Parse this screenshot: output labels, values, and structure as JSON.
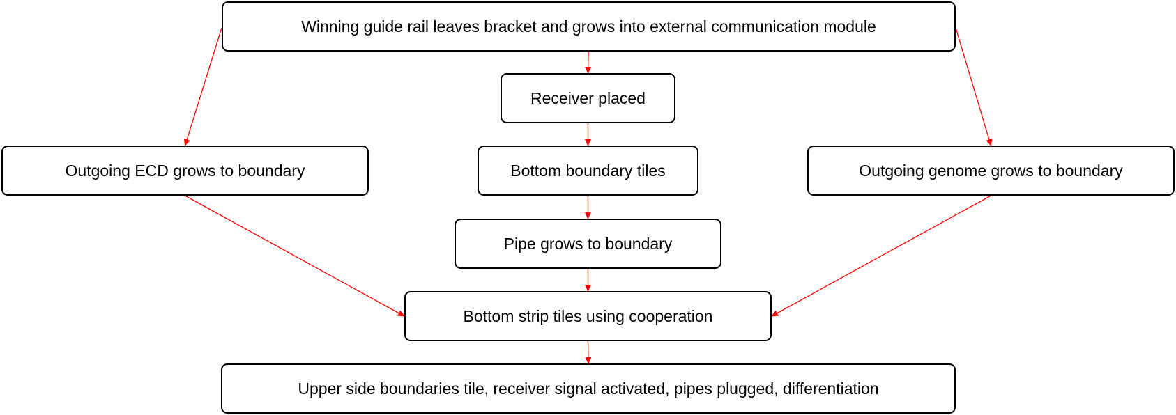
{
  "colors": {
    "edge": "#ff0000",
    "node_border": "#000000",
    "background": "#ffffff"
  },
  "nodes": {
    "winning_rail": "Winning guide rail leaves bracket and grows into external communication module",
    "receiver_placed": "Receiver placed",
    "outgoing_ecd": "Outgoing ECD grows to boundary",
    "bottom_boundary": "Bottom boundary tiles",
    "outgoing_genome": "Outgoing genome grows to boundary",
    "pipe_grows": "Pipe grows to boundary",
    "bottom_strip": "Bottom strip tiles using cooperation",
    "upper_side": "Upper side boundaries tile, receiver signal activated, pipes plugged, differentiation"
  },
  "edges": [
    {
      "from": "winning_rail",
      "to": "receiver_placed"
    },
    {
      "from": "winning_rail",
      "to": "outgoing_ecd"
    },
    {
      "from": "winning_rail",
      "to": "outgoing_genome"
    },
    {
      "from": "receiver_placed",
      "to": "bottom_boundary"
    },
    {
      "from": "bottom_boundary",
      "to": "pipe_grows"
    },
    {
      "from": "pipe_grows",
      "to": "bottom_strip"
    },
    {
      "from": "outgoing_ecd",
      "to": "bottom_strip"
    },
    {
      "from": "outgoing_genome",
      "to": "bottom_strip"
    },
    {
      "from": "bottom_strip",
      "to": "upper_side"
    }
  ]
}
